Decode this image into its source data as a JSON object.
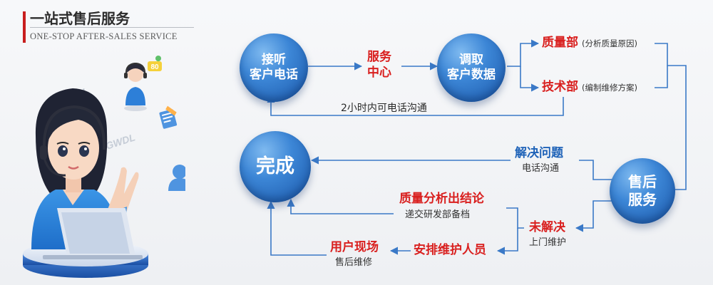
{
  "header": {
    "title": "一站式售后服务",
    "subtitle": "ONE-STOP AFTER-SALES SERVICE"
  },
  "illustration": {
    "watermark": "GWDL",
    "badge_text": "80"
  },
  "nodes": {
    "receive_line1": "接听",
    "receive_line2": "客户电话",
    "fetch_line1": "调取",
    "fetch_line2": "客户数据",
    "done": "完成",
    "aftersales_line1": "售后",
    "aftersales_line2": "服务"
  },
  "labels": {
    "service_center_line1": "服务",
    "service_center_line2": "中心",
    "quality_dept": "质量部",
    "quality_note": "(分析质量原因)",
    "tech_dept": "技术部",
    "tech_note": "(编制维修方案)",
    "two_hour": "2小时内可电话沟通",
    "solved": "解决问题",
    "solved_sub": "电话沟通",
    "quality_analysis": "质量分析出结论",
    "quality_analysis_sub": "递交研发部备档",
    "unsolved": "未解决",
    "unsolved_sub": "上门维护",
    "onsite": "用户现场",
    "onsite_sub": "售后维修",
    "arrange": "安排维护人员"
  },
  "colors": {
    "accent_red": "#d9201f",
    "accent_blue": "#1f63b8",
    "arrow_blue": "#3a79c7",
    "node_blue": "#2a6cc2"
  }
}
